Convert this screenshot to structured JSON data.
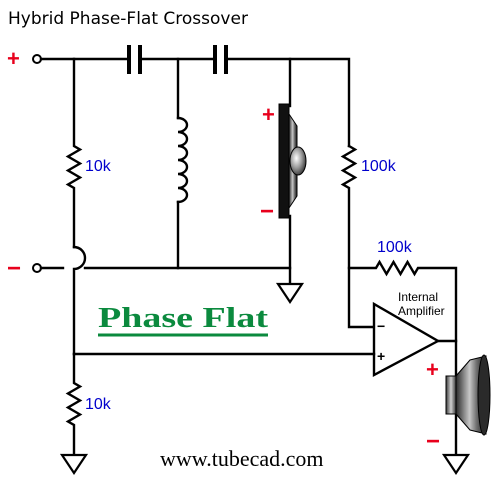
{
  "title": "Hybrid Phase-Flat Crossover",
  "labels": {
    "r_top_left": "10k",
    "r_top_right": "100k",
    "r_feedback": "100k",
    "r_bottom_left": "10k",
    "amp_line1": "Internal",
    "amp_line2": "Amplifier",
    "opamp_minus": "−",
    "opamp_plus": "+",
    "terminal_plus": "+",
    "terminal_minus": "−",
    "tweeter_plus": "+",
    "tweeter_minus": "−",
    "woofer_plus": "+",
    "woofer_minus": "−"
  },
  "brand": {
    "text": "Phase Flat",
    "color": "#0b8a3e"
  },
  "website": "www.tubecad.com",
  "colors": {
    "sign": "#e8001c",
    "value_text": "#0000cc",
    "wire": "#000000"
  }
}
